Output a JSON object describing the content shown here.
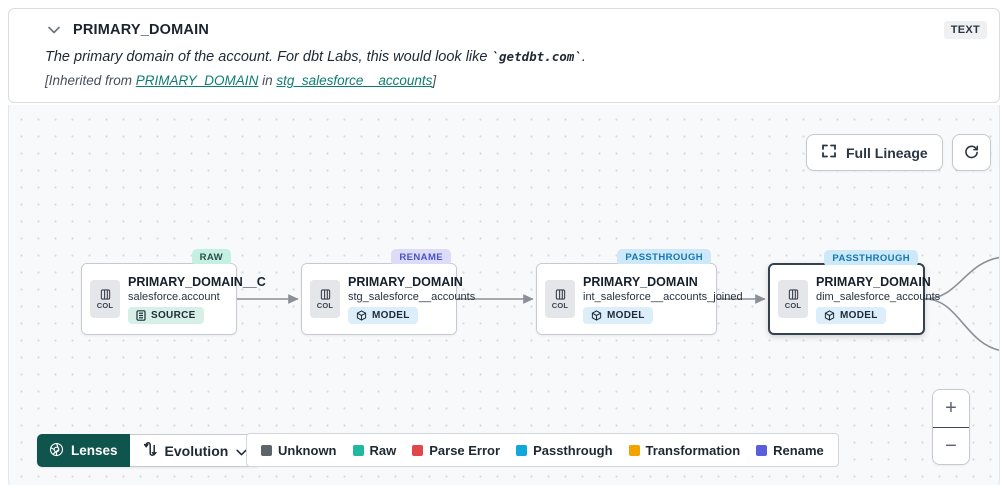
{
  "header": {
    "title": "PRIMARY_DOMAIN",
    "type_badge": "TEXT",
    "description_prefix": "The primary domain of the account. For dbt Labs, this would look like ",
    "description_code": "`getdbt.com`",
    "description_suffix": ".",
    "inherited": {
      "prefix": "[Inherited from ",
      "column_link": "PRIMARY_DOMAIN",
      "middle": " in ",
      "model_link": "stg_salesforce__accounts",
      "suffix": "]"
    }
  },
  "toolbar": {
    "full_lineage_label": "Full Lineage"
  },
  "nodes": [
    {
      "badge": "RAW",
      "title": "PRIMARY_DOMAIN__C",
      "subtitle": "salesforce.account",
      "resource": "SOURCE",
      "col_label": "COL"
    },
    {
      "badge": "RENAME",
      "title": "PRIMARY_DOMAIN",
      "subtitle": "stg_salesforce__accounts",
      "resource": "MODEL",
      "col_label": "COL"
    },
    {
      "badge": "PASSTHROUGH",
      "title": "PRIMARY_DOMAIN",
      "subtitle": "int_salesforce__accounts_joined",
      "resource": "MODEL",
      "col_label": "COL"
    },
    {
      "badge": "PASSTHROUGH",
      "title": "PRIMARY_DOMAIN",
      "subtitle": "dim_salesforce_accounts",
      "resource": "MODEL",
      "col_label": "COL"
    }
  ],
  "lenses": {
    "label": "Lenses",
    "selected_lens": "Evolution"
  },
  "legend": [
    {
      "label": "Unknown",
      "color": "#5d646c"
    },
    {
      "label": "Raw",
      "color": "#21b8a0"
    },
    {
      "label": "Parse Error",
      "color": "#e0474b"
    },
    {
      "label": "Passthrough",
      "color": "#10a8dc"
    },
    {
      "label": "Transformation",
      "color": "#f2a300"
    },
    {
      "label": "Rename",
      "color": "#5a5ed8"
    }
  ],
  "zoom_controls": {
    "zoom_in": "+",
    "zoom_out": "−"
  },
  "colors": {
    "lenses_button": "#10554d",
    "link": "#0d7d71",
    "edge": "#8b9098"
  }
}
